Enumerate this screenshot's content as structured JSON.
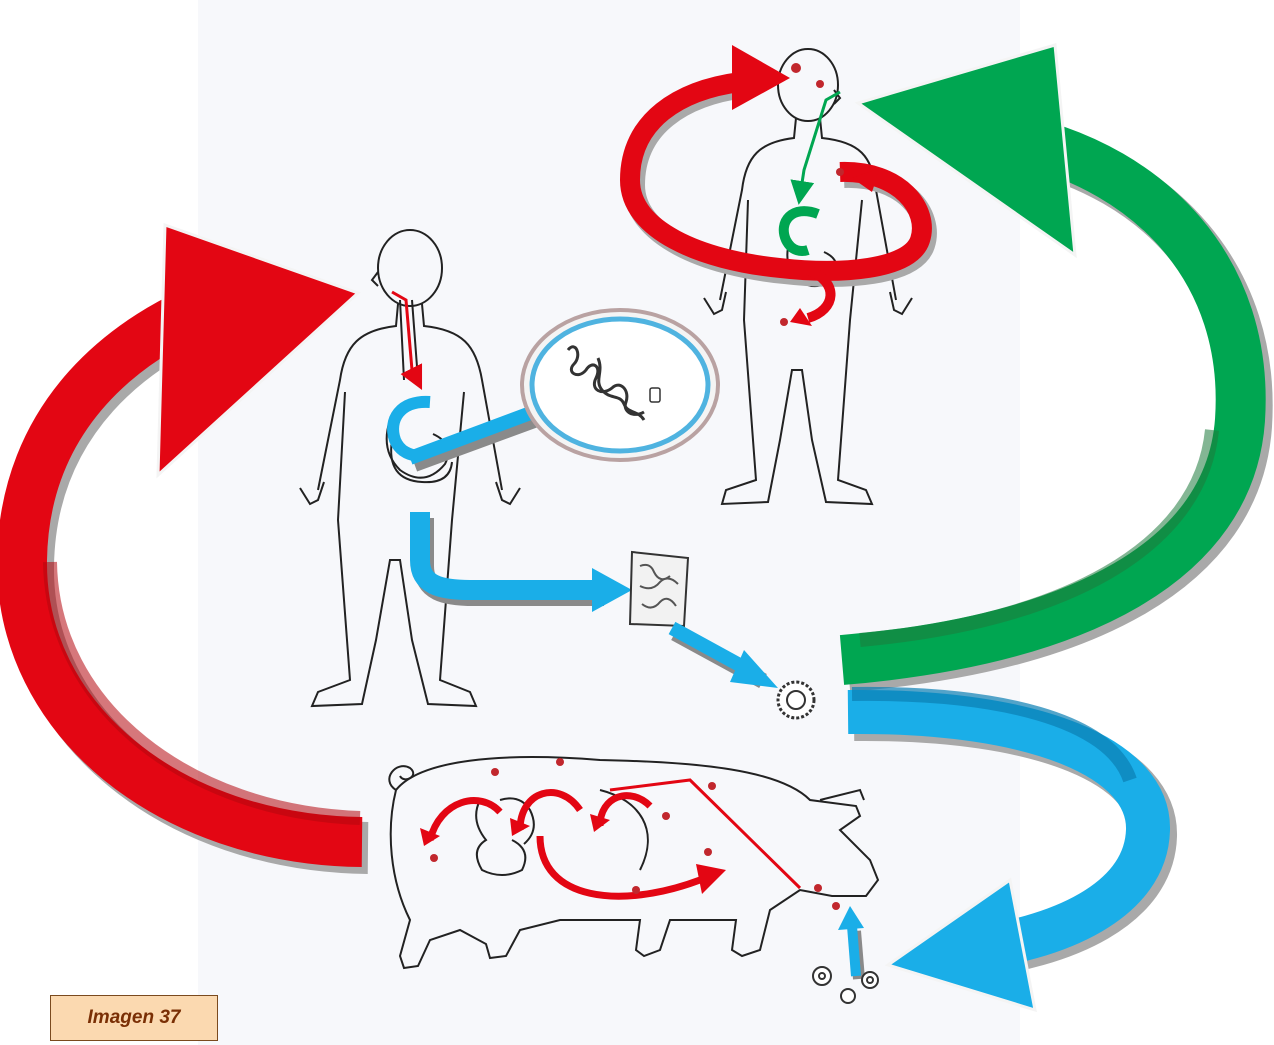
{
  "caption": {
    "label": "Imagen 37",
    "background": "#fbd9b0",
    "border": "#7a4a1e",
    "text_color": "#7a2f05"
  },
  "colors": {
    "red_arrow": "#e30613",
    "dark_red": "#b5070f",
    "green_arrow": "#00a651",
    "dark_green": "#1d7a3c",
    "blue_arrow": "#1aaee8",
    "dark_blue": "#0b7fb4",
    "paper": "#f7f8fb",
    "line_art": "#222222",
    "dot": "#c1272d"
  },
  "diagram": {
    "figures": [
      {
        "name": "human-host-intestinal",
        "icon": "human-silhouette-icon"
      },
      {
        "name": "human-host-cysticercosis",
        "icon": "human-silhouette-icon"
      },
      {
        "name": "pig-host",
        "icon": "pig-icon"
      },
      {
        "name": "tapeworm-magnified",
        "icon": "tapeworm-icon"
      },
      {
        "name": "proglottid",
        "icon": "proglottid-icon"
      },
      {
        "name": "egg",
        "icon": "egg-icon"
      }
    ],
    "cycle_arrows": [
      {
        "name": "pig-to-human-red-arrow",
        "color": "red"
      },
      {
        "name": "egg-to-human-green-arrow",
        "color": "green"
      },
      {
        "name": "egg-to-pig-blue-arrow",
        "color": "blue"
      }
    ]
  }
}
